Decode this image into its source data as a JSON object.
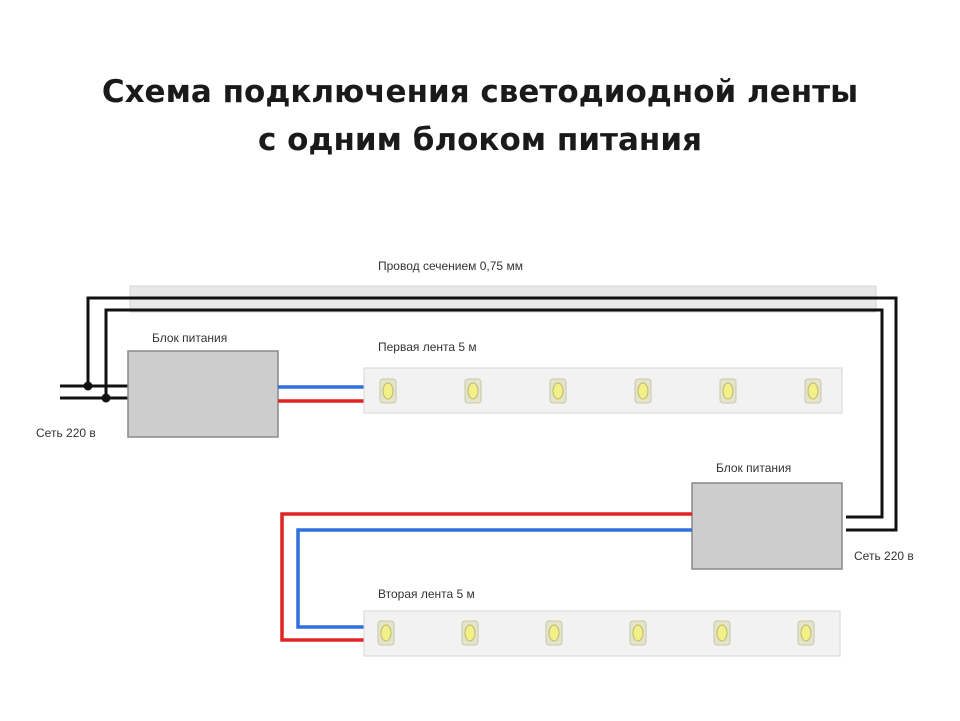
{
  "title": {
    "line1": "Схема подключения светодиодной ленты",
    "line2": "с одним блоком питания"
  },
  "labels": {
    "wire_section": "Провод сечением 0,75 мм",
    "psu1": "Блок питания",
    "psu2": "Блок питания",
    "strip1": "Первая лента 5 м",
    "strip2": "Вторая лента 5 м",
    "mains_left": "Сеть 220 в",
    "mains_right": "Сеть 220 в"
  },
  "colors": {
    "wire_black": "#111111",
    "wire_blue": "#2f6fe0",
    "wire_red": "#e02424",
    "psu_fill": "#cdcdcd",
    "psu_stroke": "#8a8a8a",
    "strip_fill": "#f2f2f2",
    "led_color": "#f3f08a",
    "cable_sheath": "#e6e6e6"
  },
  "strips": {
    "led_count": 6
  }
}
